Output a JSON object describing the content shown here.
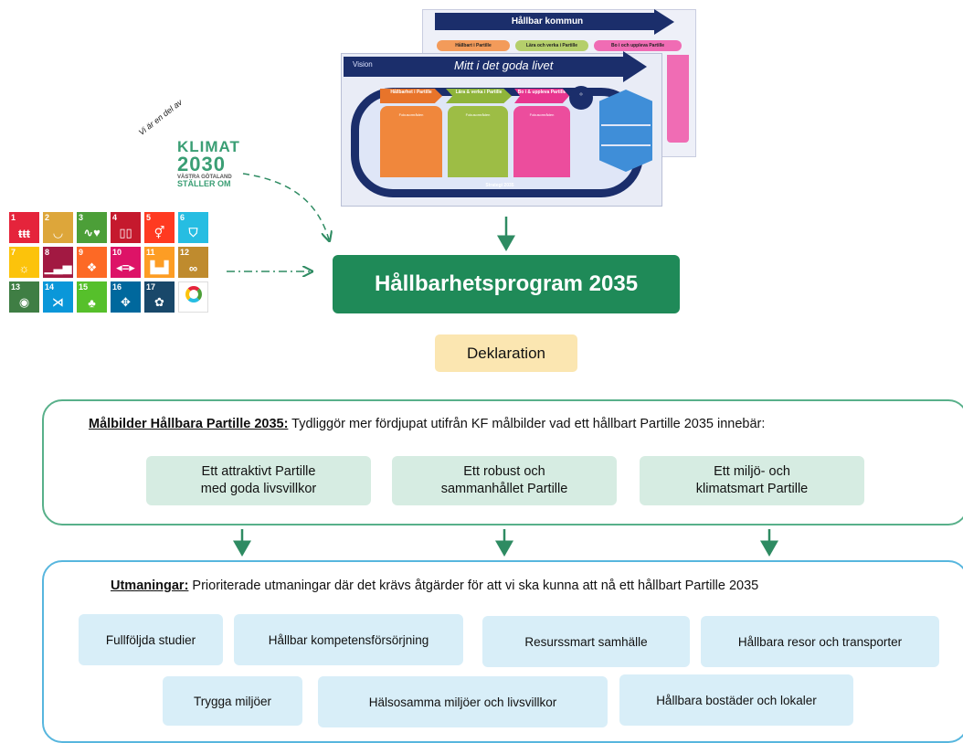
{
  "strategy_illustration": {
    "back_title": "Hållbar kommun",
    "back_tabs": [
      "Hållbart i Partille",
      "Lära och verka i Partille",
      "Bo i och uppleva Partille"
    ],
    "vision_label": "Vision",
    "vision_text": "Mitt i det goda livet",
    "column_heads": [
      "Hållbarhet i Partille",
      "Lära & verka i Partille",
      "Bo i & uppleva Partille"
    ],
    "focus_label": "Fokusområden",
    "strategy_label": "Strategi 2035",
    "colors": {
      "navy": "#1b2e6b",
      "orange": "#e8742a",
      "green": "#8fb43a",
      "pink": "#e8368f",
      "blue": "#3f8ed8"
    }
  },
  "klimat_logo": {
    "tagline": "Vi är en del av",
    "line1": "KLIMAT",
    "line2": "2030",
    "line3": "VÄSTRA GÖTALAND",
    "line4": "STÄLLER OM"
  },
  "sdg_goals": [
    {
      "num": "1",
      "color": "#e5243b",
      "icon": "people-icon",
      "glyph": "ŧŧŧ"
    },
    {
      "num": "2",
      "color": "#dda63a",
      "icon": "bowl-icon",
      "glyph": "◡"
    },
    {
      "num": "3",
      "color": "#4c9f38",
      "icon": "heartbeat-icon",
      "glyph": "∿♥"
    },
    {
      "num": "4",
      "color": "#c5192d",
      "icon": "book-icon",
      "glyph": "▯▯"
    },
    {
      "num": "5",
      "color": "#ff3a21",
      "icon": "gender-icon",
      "glyph": "⚥"
    },
    {
      "num": "6",
      "color": "#26bde2",
      "icon": "water-icon",
      "glyph": "⛉"
    },
    {
      "num": "7",
      "color": "#fcc30b",
      "icon": "sun-icon",
      "glyph": "☼"
    },
    {
      "num": "8",
      "color": "#a21942",
      "icon": "growth-icon",
      "glyph": "▁▃▅"
    },
    {
      "num": "9",
      "color": "#fd6925",
      "icon": "cubes-icon",
      "glyph": "❖"
    },
    {
      "num": "10",
      "color": "#dd1367",
      "icon": "equality-icon",
      "glyph": "◂=▸"
    },
    {
      "num": "11",
      "color": "#fd9d24",
      "icon": "city-icon",
      "glyph": "▙▟"
    },
    {
      "num": "12",
      "color": "#bf8b2e",
      "icon": "infinity-icon",
      "glyph": "∞"
    },
    {
      "num": "13",
      "color": "#3f7e44",
      "icon": "eye-icon",
      "glyph": "◉"
    },
    {
      "num": "14",
      "color": "#0a97d9",
      "icon": "fish-icon",
      "glyph": "⋊"
    },
    {
      "num": "15",
      "color": "#56c02b",
      "icon": "tree-icon",
      "glyph": "♣"
    },
    {
      "num": "16",
      "color": "#00689d",
      "icon": "dove-icon",
      "glyph": "✥"
    },
    {
      "num": "17",
      "color": "#19486a",
      "icon": "flower-icon",
      "glyph": "✿"
    }
  ],
  "program": {
    "title": "Hållbarhetsprogram 2035"
  },
  "declaration": {
    "label": "Deklaration"
  },
  "target_images": {
    "heading_key": "Målbilder Hållbara Partille 2035:",
    "heading_rest": " Tydliggör mer fördjupat utifrån KF målbilder vad ett hållbart Partille 2035 innebär:",
    "goals": [
      {
        "line1": "Ett attraktivt Partille",
        "line2": "med goda livsvillkor"
      },
      {
        "line1": "Ett robust och",
        "line2": "sammanhållet Partille"
      },
      {
        "line1": "Ett miljö- och",
        "line2": "klimatsmart Partille"
      }
    ]
  },
  "challenges": {
    "heading_key": "Utmaningar:",
    "heading_rest": " Prioriterade utmaningar där det krävs åtgärder för att vi ska kunna att nå ett hållbart Partille 2035",
    "items": [
      "Fullföljda studier",
      "Hållbar kompetensförsörjning",
      "Resurssmart samhälle",
      "Hållbara resor och transporter",
      "Trygga miljöer",
      "Hälsosamma miljöer och livsvillkor",
      "Hållbara bostäder och lokaler"
    ]
  }
}
